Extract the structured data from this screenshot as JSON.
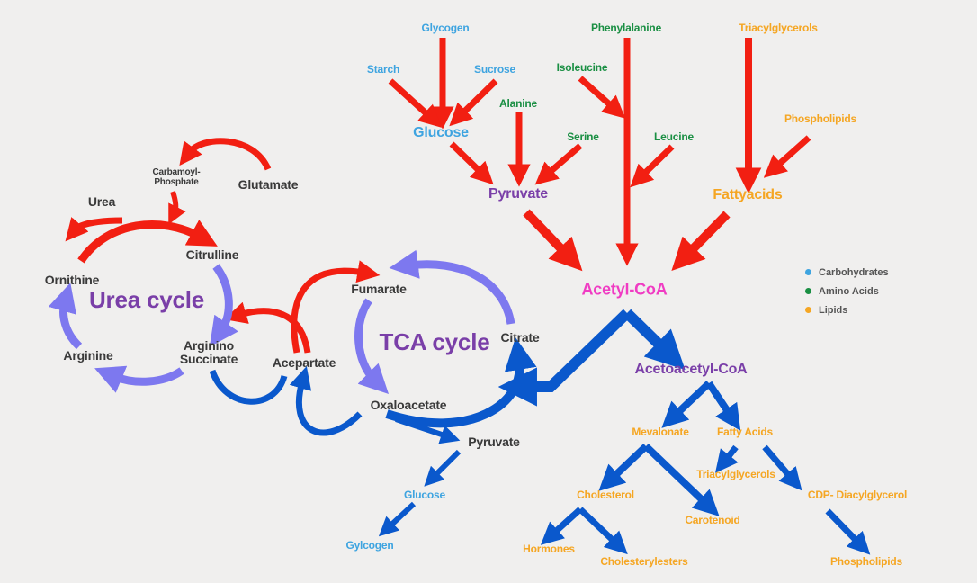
{
  "colors": {
    "carbohydrate": "#3ea4e0",
    "amino_acid": "#1a8f43",
    "lipid": "#f5a623",
    "intermediate": "#7a3fa8",
    "acetyl": "#f03cc3",
    "cycle_node": "#3a3a3a",
    "arrow_red": "#f21f12",
    "arrow_blue": "#0a58cc",
    "arrow_lavender": "#7d78ef"
  },
  "sources": {
    "glycogen": "Glycogen",
    "starch": "Starch",
    "sucrose": "Sucrose",
    "glucose": "Glucose",
    "alanine": "Alanine",
    "serine": "Serine",
    "pyruvate": "Pyruvate",
    "phenylalanine": "Phenylalanine",
    "isoleucine": "Isoleucine",
    "leucine": "Leucine",
    "triacylglycerols": "Triacylglycerols",
    "phospholipids": "Phospholipids",
    "fattyacids": "Fattyacids",
    "acetyl_coa": "Acetyl-CoA"
  },
  "urea": {
    "cycle_label": "Urea cycle",
    "carbamoyl_phosphate": "Carbamoyl-\nPhosphate",
    "glutamate": "Glutamate",
    "urea": "Urea",
    "citrulline": "Citrulline",
    "ornithine": "Ornithine",
    "arginine": "Arginine",
    "argininosuccinate": "Arginino\nSuccinate"
  },
  "tca": {
    "cycle_label": "TCA cycle",
    "fumarate": "Fumarate",
    "aspartate": "Acepartate",
    "citrate": "Citrate",
    "oxaloacetate": "Oxaloacetate",
    "pyruvate": "Pyruvate",
    "glucose": "Glucose",
    "glycogen": "Gylcogen"
  },
  "lipid_paths": {
    "acetoacetyl_coa": "Acetoacetyl-CoA",
    "mevalonate": "Mevalonate",
    "fatty_acids": "Fatty Acids",
    "triacylglycerols": "Triacylglycerols",
    "cholesterol": "Cholesterol",
    "carotenoid": "Carotenoid",
    "cdp_diacylglycerol": "CDP- Diacylglycerol",
    "hormones": "Hormones",
    "cholesterylesters": "Cholesterylesters",
    "phospholipids": "Phospholipids"
  },
  "legend": {
    "items": [
      {
        "label": "Carbohydrates",
        "color": "#3ea4e0"
      },
      {
        "label": "Amino Acids",
        "color": "#1a8f43"
      },
      {
        "label": "Lipids",
        "color": "#f5a623"
      }
    ]
  }
}
